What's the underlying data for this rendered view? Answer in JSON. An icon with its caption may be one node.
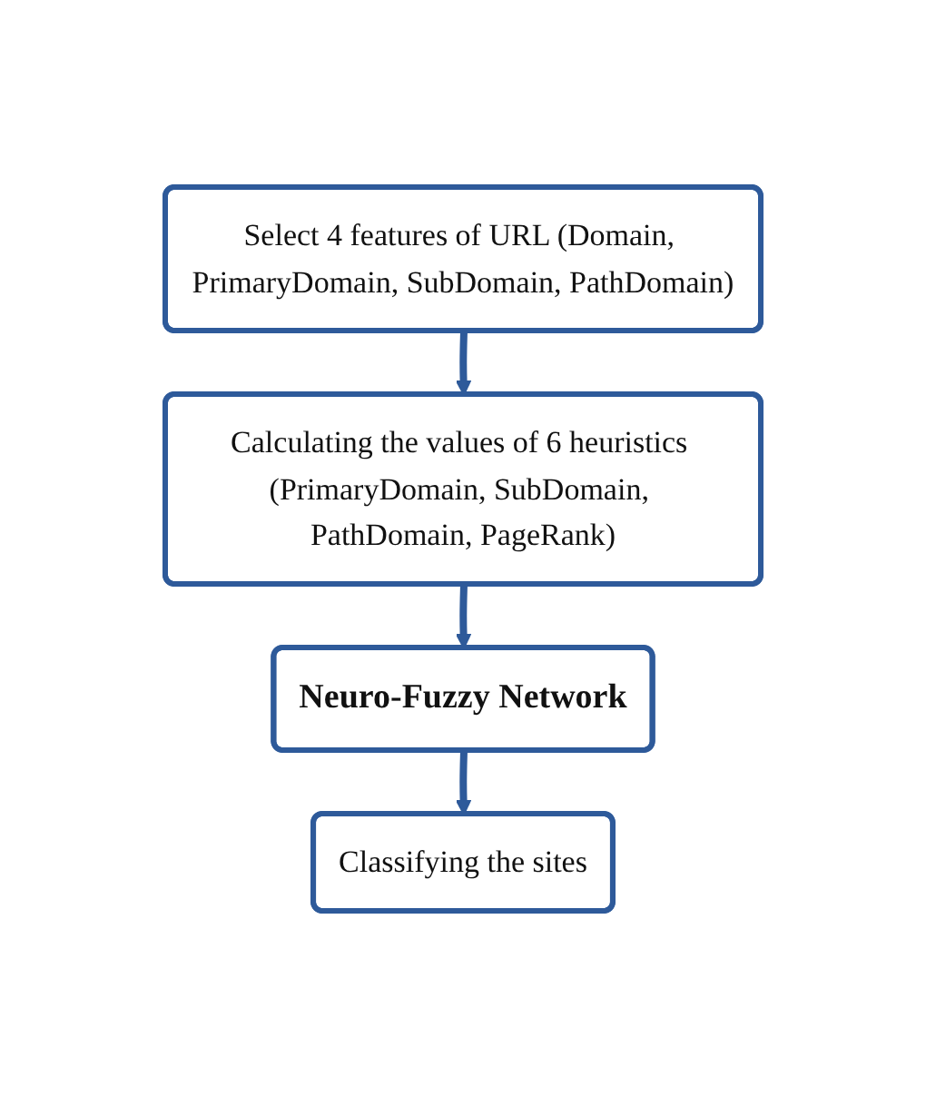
{
  "diagram": {
    "nodes": [
      {
        "text": [
          "Select 4 features of URL (Domain, PrimaryDomain, SubDomain, PathDomain)"
        ]
      },
      {
        "text": [
          "Calculating the values of 6 heuristics (PrimaryDomain, SubDomain, PathDomain, PageRank)"
        ]
      },
      {
        "text": [
          "Neuro-Fuzzy Network"
        ]
      },
      {
        "text": [
          "Classifying the sites"
        ]
      }
    ],
    "edges": [
      {
        "from": 0,
        "to": 1,
        "arrow": "to"
      },
      {
        "from": 1,
        "to": 2,
        "arrow": "to"
      },
      {
        "from": 2,
        "to": 3,
        "arrow": "to"
      }
    ]
  }
}
